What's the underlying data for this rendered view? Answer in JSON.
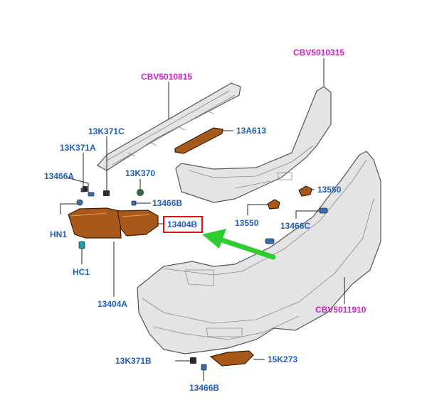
{
  "callouts": {
    "cbv5010815": "CBV5010815",
    "cbv5010315": "CBV5010315",
    "cbv5011910": "CBV5011910",
    "c13k371c": "13K371C",
    "c13k371a": "13K371A",
    "c13a613": "13A613",
    "c13466a": "13466A",
    "c13k370": "13K370",
    "c13466b_top": "13466B",
    "c13550_right": "13550",
    "c13550_mid": "13550",
    "c13466c": "13466C",
    "c13404b": "13404B",
    "hn1": "HN1",
    "hc1": "HC1",
    "c13404a": "13404A",
    "c13k371b": "13K371B",
    "c15k273": "15K273",
    "c13466b_bottom": "13466B"
  },
  "colors": {
    "label_blue": "#1e5fbf",
    "label_magenta": "#d020c8",
    "highlight_box": "#e01010",
    "pointer_arrow": "#2ecc2e",
    "lamp_amber": "#a8591a"
  }
}
